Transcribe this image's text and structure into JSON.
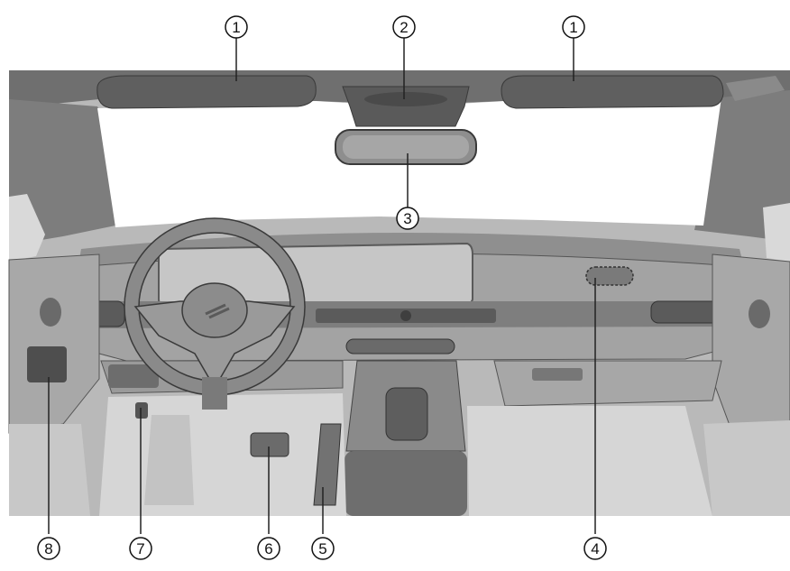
{
  "callouts": [
    {
      "id": "c1a",
      "label": "1"
    },
    {
      "id": "c2",
      "label": "2"
    },
    {
      "id": "c1b",
      "label": "1"
    },
    {
      "id": "c3",
      "label": "3"
    },
    {
      "id": "c4",
      "label": "4"
    },
    {
      "id": "c5",
      "label": "5"
    },
    {
      "id": "c6",
      "label": "6"
    },
    {
      "id": "c7",
      "label": "7"
    },
    {
      "id": "c8",
      "label": "8"
    }
  ],
  "colors": {
    "outline": "#3a3a3a",
    "body_dark": "#6e6e6e",
    "body_mid": "#9a9a9a",
    "body_light": "#c9c9c9",
    "glass": "#ffffff",
    "floor": "#dcdcdc"
  }
}
